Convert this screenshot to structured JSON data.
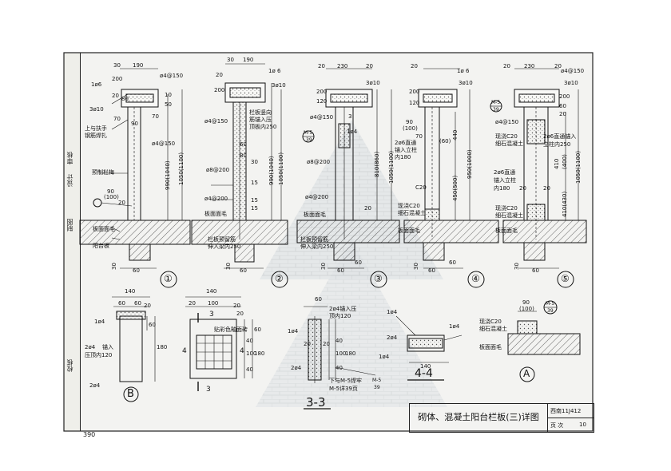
{
  "sidebar": {
    "items": [
      "校核",
      "审核",
      "设计",
      "制图"
    ]
  },
  "title_block": {
    "title": "砌体、混凝土阳台栏板(三)详图",
    "code": "西南11J412",
    "page_label": "页 次",
    "page_no": "10"
  },
  "page_number": "390",
  "detail_numbers": [
    "①",
    "②",
    "③",
    "④",
    "⑤"
  ],
  "detail_letters": [
    "B",
    "A"
  ],
  "section_titles": [
    "3-3",
    "4-4"
  ],
  "labels": {
    "d1_top": "30",
    "d1_190": "190",
    "d1_phi4_150": "ø4@150",
    "d1_1phi6": "1ø6",
    "d1_3phi10": "3ø10",
    "d1_200": "200",
    "d1_20a": "20",
    "d1_80": "80",
    "d1_70": "70",
    "d1_70b": "70",
    "d1_90": "90",
    "d1_upper": "上与扶手",
    "d1_upper2": "钢筋焊扎",
    "d1_pre": "预制栏梅",
    "d1_990": "990(1040)",
    "d1_1050": "1050(1100)",
    "d1_90_100": "90",
    "d1_100": "(100)",
    "d1_20b": "20",
    "d1_mortar": "板面面毛",
    "d1_balc": "阳台板",
    "d1_30a": "30",
    "d1_60a": "60",
    "d1_4phi": "ø4@150",
    "d1_10": "10",
    "d1_50": "50",
    "d2_30": "30",
    "d2_190": "190",
    "d2_1phi6": "1ø 6",
    "d2_3phi10": "3ø10",
    "d2_200": "200",
    "d2_20": "20",
    "d2_phi4_150": "ø4@150",
    "d2_anch1": "栏板竖向",
    "d2_anch2": "筋锚入压",
    "d2_anch3": "顶板内250",
    "d2_60": "60",
    "d2_80": "80",
    "d2_15a": "15",
    "d2_15b": "15",
    "d2_30b": "30",
    "d2_phi8": "ø8@200",
    "d2_990": "990(1040)",
    "d2_1050": "1050(1100)",
    "d2_phi4_200": "ø4@200",
    "d2_mortar": "板面面毛",
    "d2_bot1": "栏板预留筋",
    "d2_bot2": "伸入梁内250",
    "d2_30c": "30",
    "d2_60b": "60",
    "d2_15c": "15",
    "d3_20": "20",
    "d3_230": "230",
    "d3_20b": "20",
    "d3_3phi10": "3ø10",
    "d3_200": "200",
    "d3_120": "120",
    "d3_phi4_150": "ø4@150",
    "d3_1phi4": "1ø4",
    "d3_m5": "M-5",
    "d3_39": "39",
    "d3_phi8": "ø8@200",
    "d3_810": "810(860)",
    "d3_1050": "1050(1100)",
    "d3_phi4_200": "ø4@200",
    "d3_bot1": "栏板预留筋",
    "d3_bot2": "伸入梁内250",
    "d3_mortar": "板面面毛",
    "d3_20c": "20",
    "d3_60": "60",
    "d3_30": "30",
    "d3_3": "3",
    "d3_60b": "60",
    "d3_20d": "20",
    "d3_20e": "20",
    "d4_20": "20",
    "d4_1phi6": "1ø 6",
    "d4_3phi10": "3ø10",
    "d4_200": "200",
    "d4_120": "120",
    "d4_90_100": "90",
    "d4_100": "(100)",
    "d4_70": "70",
    "d4_60": "(60)",
    "d4_2phi6": "2ø6直通",
    "d4_anchin": "锚入立柱",
    "d4_in180": "内180",
    "d4_440": "440",
    "d4_950": "950(1000)",
    "d4_c20": "C20",
    "d4_450": "450(500)",
    "d4_cast1": "现浇C20",
    "d4_cast2": "细石混凝土",
    "d4_mortar": "板面面毛",
    "d4_60b": "60",
    "d4_30": "30",
    "d4_60c": "60",
    "d4_4": "4",
    "d5_20": "20",
    "d5_230": "230",
    "d5_20b": "20",
    "d5_phi4_150": "ø4@150",
    "d5_m5": "M-5",
    "d5_39": "39",
    "d5_3phi10": "3ø10",
    "d5_200": "200",
    "d5_60": "60",
    "d5_20c": "20",
    "d5_phi4_150b": "ø4@150",
    "d5_cast1": "现浇C20",
    "d5_cast2": "细石混凝土",
    "d5_2phi6": "2ø6直通锚入",
    "d5_col": "立柱内250",
    "d5_2phi6b": "2ø6直通",
    "d5_anchin": "锚入立柱",
    "d5_in180": "内180",
    "d5_20d": "20",
    "d5_410a": "410",
    "d5_400": "(400)",
    "d5_410b": "410(430)",
    "d5_1050": "1050(1100)",
    "d5_20e": "20",
    "d5_cast3": "现浇C20",
    "d5_cast4": "细石混凝土",
    "d5_mortar": "板面面毛",
    "d5_30": "30",
    "d5_60b": "60",
    "d5_5": "5",
    "db_140": "140",
    "db_60a": "60",
    "db_60b": "60",
    "db_20": "20",
    "db_1phi4": "1ø4",
    "db_60c": "60",
    "db_2phi4": "2ø4",
    "db_anch": "锚入",
    "db_press": "压顶内120",
    "db_180": "180",
    "db_2phi4b": "2ø4",
    "dt_140": "140",
    "dt_20a": "20",
    "dt_100": "100",
    "dt_20b": "20",
    "dt_3a": "3",
    "dt_tile": "贴彩色釉面砖",
    "dt_4a": "4",
    "dt_4b": "4",
    "dt_40a": "40",
    "dt_100b": "100",
    "dt_40b": "40",
    "dt_60": "60",
    "dt_180": "180",
    "dt_3b": "3",
    "dt_20c": "20",
    "s3_60": "60",
    "s3_2phi4": "2ø4锚入压",
    "s3_press": "顶内120",
    "s3_1phi4": "1ø4",
    "s3_40a": "40",
    "s3_100": "100",
    "s3_40b": "40",
    "s3_180": "180",
    "s3_2phi4b": "2ø4",
    "s3_weld1": "下与M-5焊牢",
    "s3_weld2": "M-5详39页",
    "s3_m5": "M-5",
    "s3_39": "39",
    "s3_20a": "20",
    "s3_20b": "20",
    "s4_1phi4": "1ø4",
    "s4_1phi4b": "1ø4",
    "s4_2phi4": "2ø4",
    "s4_1phi4c": "1ø4",
    "s4_140": "140",
    "da_90": "90",
    "da_100": "(100)",
    "da_m5": "M-5",
    "da_39": "39",
    "da_cast1": "现浇C20",
    "da_cast2": "细石混凝土",
    "da_mortar": "板面面毛"
  }
}
